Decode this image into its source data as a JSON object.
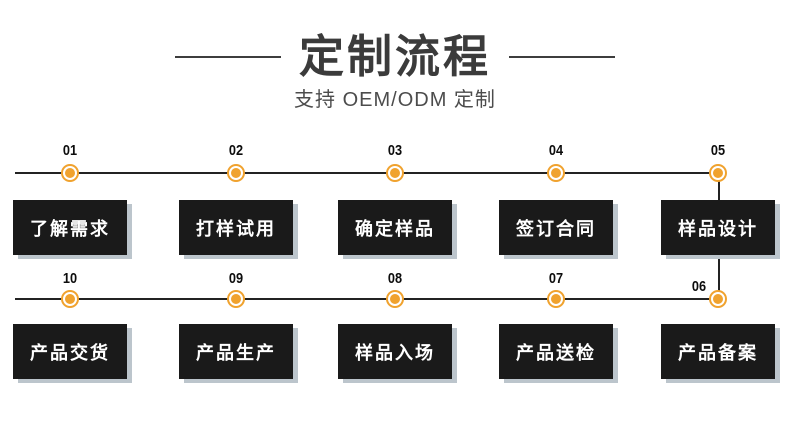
{
  "header": {
    "title": "定制流程",
    "subtitle": "支持 OEM/ODM 定制"
  },
  "flow": {
    "steps": [
      {
        "number": "01",
        "label": "了解需求"
      },
      {
        "number": "02",
        "label": "打样试用"
      },
      {
        "number": "03",
        "label": "确定样品"
      },
      {
        "number": "04",
        "label": "签订合同"
      },
      {
        "number": "05",
        "label": "样品设计"
      },
      {
        "number": "06",
        "label": "产品备案"
      },
      {
        "number": "07",
        "label": "产品送检"
      },
      {
        "number": "08",
        "label": "样品入场"
      },
      {
        "number": "09",
        "label": "产品生产"
      },
      {
        "number": "10",
        "label": "产品交货"
      }
    ],
    "row1_order": [
      "01",
      "02",
      "03",
      "04",
      "05"
    ],
    "row2_order": [
      "10",
      "09",
      "08",
      "07",
      "06"
    ]
  },
  "colors": {
    "accent_orange": "#f0a22e",
    "card_background": "#1a1a1a",
    "card_shadow": "#bcc5cc",
    "title_text": "#3b3b3b",
    "timeline_line": "#232323"
  }
}
